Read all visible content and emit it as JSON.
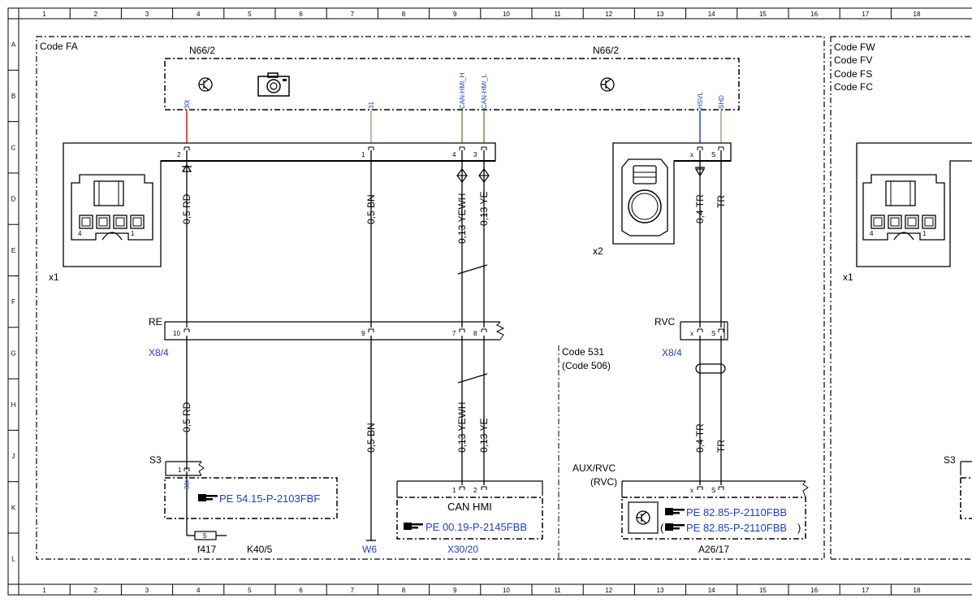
{
  "ruler": {
    "cols": [
      "1",
      "2",
      "3",
      "4",
      "5",
      "6",
      "7",
      "8",
      "9",
      "10",
      "11",
      "12",
      "13",
      "14",
      "15",
      "16",
      "17",
      "18"
    ],
    "rows": [
      "A",
      "B",
      "C",
      "D",
      "E",
      "F",
      "G",
      "H",
      "J",
      "K",
      "L"
    ]
  },
  "codes": {
    "left": "Code FA",
    "right": [
      "Code FW",
      "Code FV",
      "Code FS",
      "Code FC"
    ],
    "mid": "Code 531",
    "mid_sub": "(Code 506)"
  },
  "modules": {
    "n66_left": "N66/2",
    "n66_right": "N66/2"
  },
  "pins_top": {
    "p30t": "30t",
    "p31": "31",
    "can_h": "CAN-HMI_H",
    "can_l": "CAN-HMI_L",
    "hsvl": "HSVL",
    "shd": "SHD"
  },
  "connectors": {
    "x1": "x1",
    "x2": "x2",
    "x1_right": "x1",
    "n2": "2",
    "n1": "1",
    "n4": "4",
    "n3": "3",
    "nx": "x",
    "ns": "S",
    "plug_4": "4",
    "plug_1": "1",
    "re": "RE",
    "n10": "10",
    "n9": "9",
    "n7": "7",
    "n8": "8",
    "x84": "X8/4",
    "rvc": "RVC",
    "rvc_x": "x",
    "rvc_s": "S",
    "x84_right": "X8/4"
  },
  "wires": {
    "rd_top": "0,5 RD",
    "bn_top": "0,5 BN",
    "yewh_top": "0,13 YEWH",
    "ye_top": "0,13 YE",
    "tr1_top": "0,4 TR",
    "tr2_top": "TR",
    "rd_bot": "0,5 RD",
    "bn_bot": "0,5 BN",
    "yewh_bot": "0,13 YEWH",
    "ye_bot": "0,13 YE",
    "tr1_bot": "0,4 TR",
    "tr2_bot": "TR"
  },
  "bottom": {
    "s3": "S3",
    "s3_pin": "1",
    "s3_30t": "30t",
    "s3_right": "S3",
    "ref_k40": "PE 54.15-P-2103FBF",
    "fuse_pin": "5",
    "f417": "f417",
    "k40": "K40/5",
    "w6": "W6",
    "can_hmi": "CAN HMI",
    "can_p1": "1",
    "can_p2": "2",
    "ref_x30": "PE 00.19-P-2145FBB",
    "x30": "X30/20",
    "aux_rvc": "AUX/RVC",
    "rvc_paren": "(RVC)",
    "aux_x": "x",
    "aux_s": "S",
    "ref_a26_1": "PE 82.85-P-2110FBB",
    "ref_a26_2": "PE 82.85-P-2110FBB",
    "paren_open": "(",
    "paren_close": ")",
    "a26": "A26/17"
  },
  "colors": {
    "red": "#d21a1a",
    "bn": "#b09a80",
    "ye_wire": "#6a9a4a",
    "blue_wire": "#2244cc",
    "link": "#1f3fc8"
  },
  "icons": [
    "transistor-icon",
    "camera-icon",
    "hand-pointer-icon",
    "connector-plug-icon",
    "round-connector-icon",
    "fuse-icon"
  ]
}
